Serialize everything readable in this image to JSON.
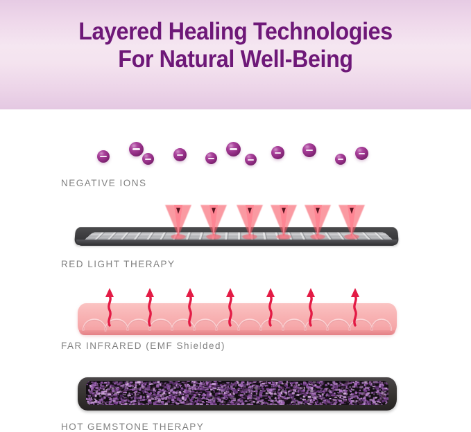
{
  "header": {
    "title_line1": "Layered Healing Technologies",
    "title_line2": "For Natural Well-Being",
    "title_color": "#6e1878",
    "background_top": "#e6cbe4",
    "background_mid": "#f5e6f1"
  },
  "layers": [
    {
      "id": "negative-ions",
      "label": "NEGATIVE IONS",
      "visual": "purple-ion-spheres",
      "count": 12,
      "color": "#8e2a80"
    },
    {
      "id": "red-light-therapy",
      "label": "RED LIGHT THERAPY",
      "visual": "dark-gray-mat-with-red-beams",
      "beam_count": 6,
      "mat_color": "#3b3b3d",
      "beam_color": "#f65664"
    },
    {
      "id": "far-infrared",
      "label": "FAR INFRARED (EMF Shielded)",
      "visual": "pink-mat-with-heat-coil-and-rising-arrows",
      "arrow_count": 7,
      "mat_color": "#f8b3b4",
      "arrow_color": "#e31b45"
    },
    {
      "id": "hot-gemstone-therapy",
      "label": "HOT GEMSTONE THERAPY",
      "visual": "dark-mat-filled-with-amethyst-chips",
      "mat_color": "#35322f",
      "gem_color": "#a96fc0"
    }
  ],
  "label_color": "#808080"
}
